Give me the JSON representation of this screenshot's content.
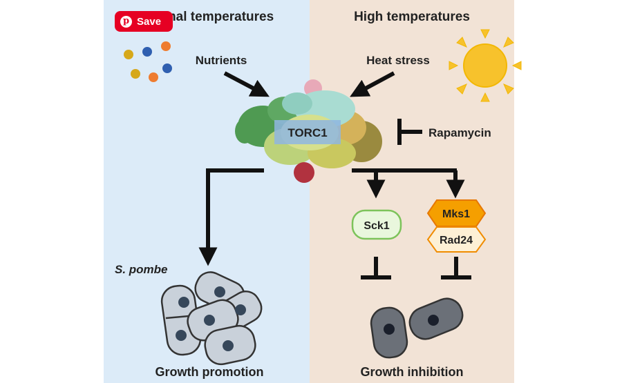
{
  "save_button": {
    "label": "Save",
    "icon": "pinterest-icon",
    "color": "#e60023"
  },
  "panels": {
    "left_title": "Optimal temperatures",
    "right_title": "High temperatures",
    "left_color": "#dcebf8",
    "right_color": "#f2e3d6"
  },
  "labels": {
    "nutrients": "Nutrients",
    "heat_stress": "Heat stress",
    "torc1": "TORC1",
    "rapamycin": "Rapamycin",
    "sck1": "Sck1",
    "mks1": "Mks1",
    "rad24": "Rad24",
    "species": "S. pombe",
    "growth_promotion": "Growth promotion",
    "growth_inhibition": "Growth inhibition"
  },
  "icons": {
    "sun": "sun-icon",
    "nutrient_dots": "nutrient-dots-icon",
    "torc1_complex": "protein-complex-icon",
    "cells": "yeast-cells-icon"
  },
  "colors": {
    "sun": "#f7c22c",
    "mks1_fill": "#f59f00",
    "rad24_fill": "#fdf0d5",
    "hex_stroke": "#f08c00",
    "sck1_fill": "#e9f7dd",
    "sck1_stroke": "#7cc35a",
    "cell_live": "#c9d1da",
    "cell_arrested": "#6b7078"
  }
}
